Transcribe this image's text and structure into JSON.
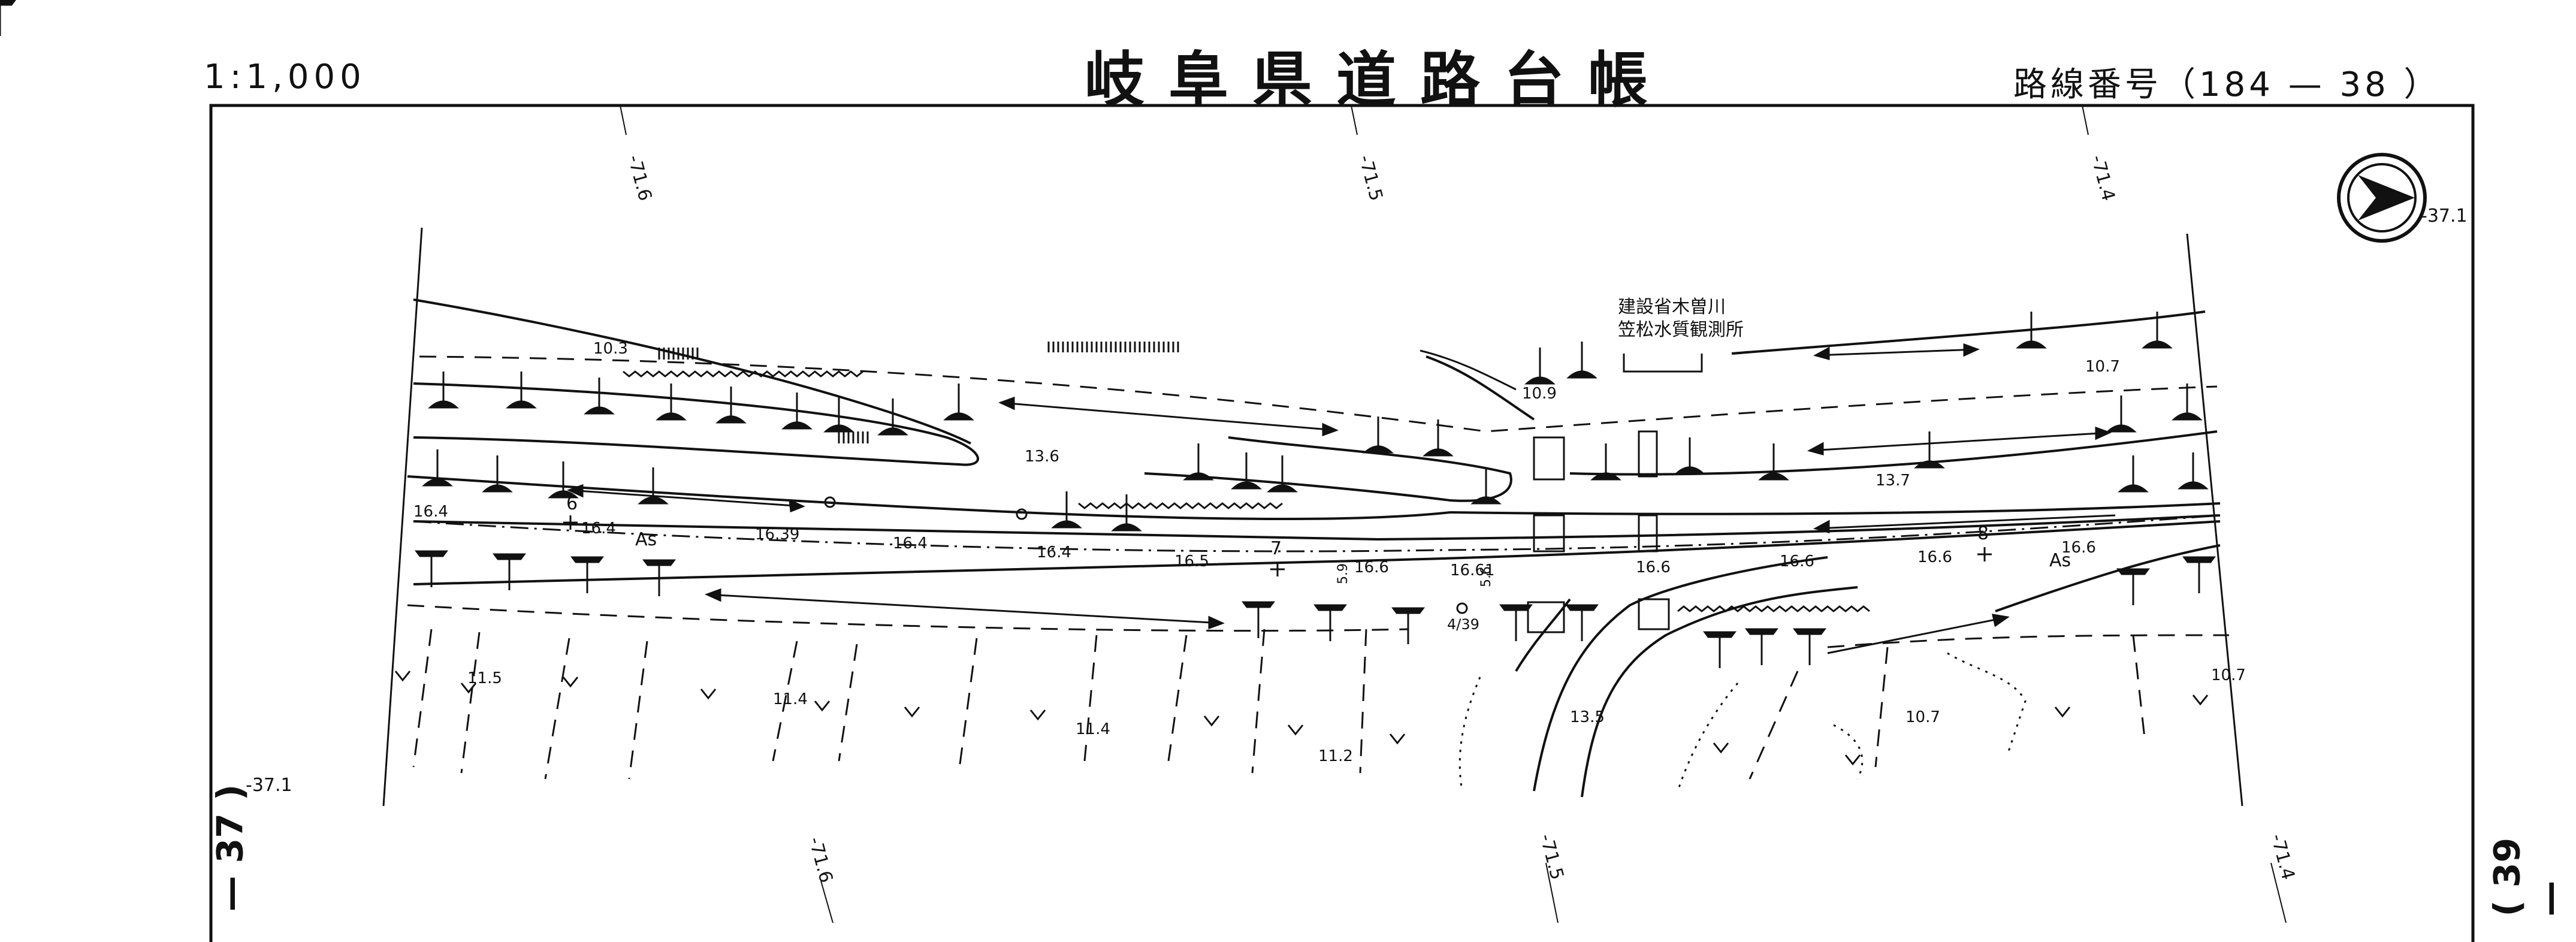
{
  "header": {
    "scale": "1:1,000",
    "title": "岐阜県道路台帳",
    "route_number": "路線番号（184 — 38 ）"
  },
  "sheet_neighbors": {
    "left": "— 37 )",
    "right": "( 39 —"
  },
  "facility_label": [
    "建設省木曽川",
    "笠松水質観測所"
  ],
  "grid_labels": {
    "top": [
      "-71.6",
      "-71.5",
      "-71.4"
    ],
    "bottom": [
      "-71.6",
      "-71.5",
      "-71.4"
    ],
    "left": "-37.1",
    "right": "-37.1"
  },
  "elevations": [
    "10.3",
    "13.6",
    "10.9",
    "10.7",
    "13.7",
    "16.4",
    "16.4",
    "16.39",
    "16.4",
    "16.4",
    "16.5",
    "16.6",
    "16.61",
    "16.6",
    "16.6",
    "16.6",
    "16.6",
    "11.5",
    "11.4",
    "11.4",
    "11.2",
    "13.5",
    "10.7",
    "10.7"
  ],
  "road_labels": {
    "surface_left": "As",
    "surface_right": "As",
    "station_6": "6",
    "station_7": "7",
    "station_8": "8",
    "culvert": "4/39",
    "widths": [
      "5.9",
      "5.6"
    ]
  },
  "icons": {
    "north_arrow": "north-arrow-icon"
  }
}
